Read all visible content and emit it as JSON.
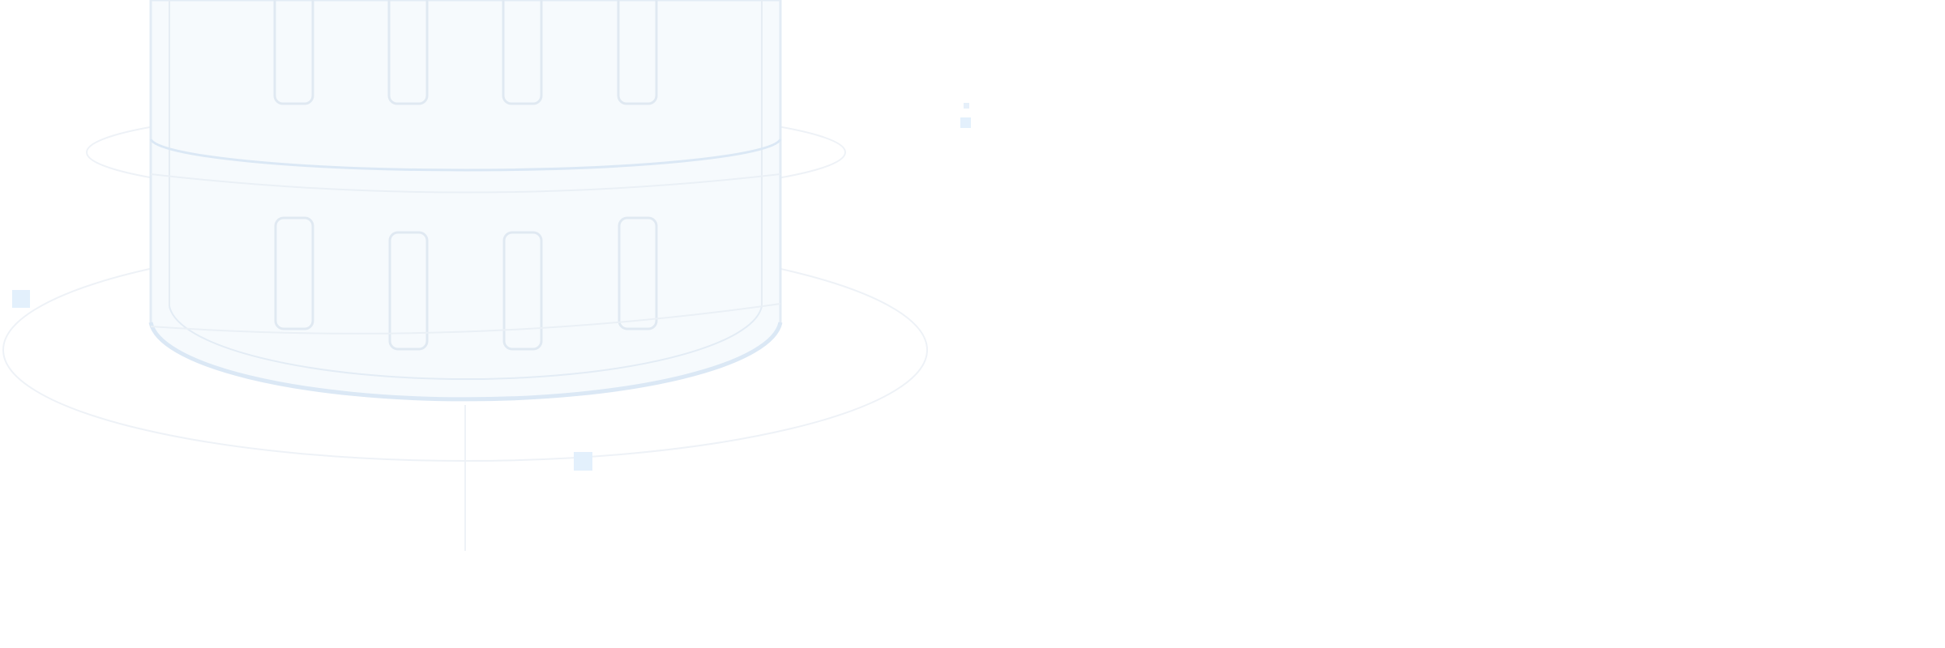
{
  "illustration": {
    "subject": "database-cylinder",
    "colors": {
      "background": "#ffffff",
      "body_fill": "#f6fafd",
      "stroke": "#e3ecf5",
      "stroke_strong": "#dbe8f5",
      "ring": "#eef2f7",
      "accent_square": "#e3f0fc"
    },
    "tiers": [
      {
        "name": "upper",
        "slot_count": 4
      },
      {
        "name": "lower",
        "slot_count": 4
      }
    ]
  }
}
